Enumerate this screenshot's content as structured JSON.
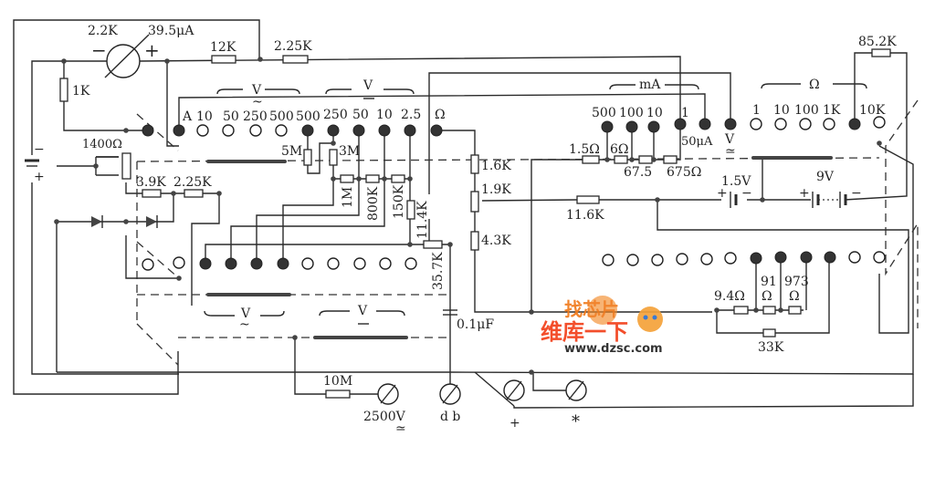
{
  "meter": {
    "resistance": "2.2K",
    "current": "39.5μA",
    "minus": "−",
    "plus": "+"
  },
  "resistors": {
    "r12k": "12K",
    "r225k_top": "2.25K",
    "r1k": "1K",
    "pot1400": "1400Ω",
    "r39k": "3.9K",
    "r225k_mid": "2.25K",
    "r5m": "5M",
    "r3m": "3M",
    "r1m": "1M",
    "r800k": "800K",
    "r150k": "150K",
    "r114k": "11.4K",
    "r357k": "35.7K",
    "r16k": "1.6K",
    "pot19k": "1.9K",
    "r43k": "4.3K",
    "r116k": "11.6K",
    "r15": "1.5Ω",
    "r6": "6Ω",
    "r675": "67.5",
    "r6750": "675Ω",
    "r852k": "85.2K",
    "r94": "9.4Ω",
    "r91": "91",
    "r91u": "Ω",
    "r973": "973",
    "r973u": "Ω",
    "r33k": "33K",
    "r10m": "10M",
    "cap": "0.1μF"
  },
  "batteries": {
    "b15": "1.5V",
    "b9": "9V",
    "plus": "+",
    "minus": "−"
  },
  "switch_left": {
    "labels": [
      "A",
      "10",
      "50",
      "250",
      "500",
      "500",
      "250",
      "50",
      "10",
      "2.5",
      "Ω"
    ],
    "group_ac": "V",
    "group_dc": "V",
    "ac_mark": "~"
  },
  "switch_right": {
    "ma_labels": [
      "500",
      "100",
      "10",
      "1"
    ],
    "ua_label": "50μA",
    "v_label": "V",
    "v_mark": "≃",
    "group_ma": "mA",
    "group_ohm": "Ω",
    "ohm_labels": [
      "1",
      "10",
      "100",
      "1K",
      "10K"
    ]
  },
  "lower_groups": {
    "ac": "V",
    "ac_mark": "~",
    "dc": "V"
  },
  "jacks": {
    "j2500": "2500V",
    "j2500_mark": "≃",
    "db": "d b",
    "plus": "+",
    "com": "*"
  },
  "watermark": {
    "line1": "找芯片",
    "line2": "维库一下",
    "url": "www.dzsc.com"
  }
}
